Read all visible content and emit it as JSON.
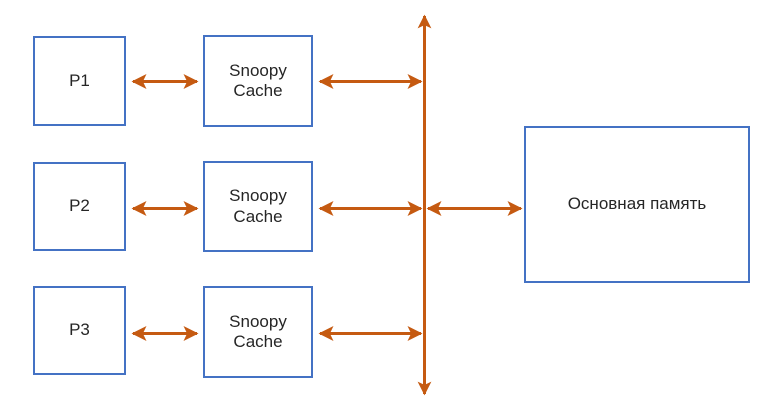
{
  "diagram": {
    "title": "Snoopy cache coherence bus diagram",
    "colors": {
      "box_border": "#4472C4",
      "arrow": "#C55A11",
      "text": "#262626",
      "background": "#FFFFFF"
    },
    "processors": [
      {
        "id": "p1",
        "label": "P1"
      },
      {
        "id": "p2",
        "label": "P2"
      },
      {
        "id": "p3",
        "label": "P3"
      }
    ],
    "caches": [
      {
        "id": "cache1",
        "label": "Snoopy\nCache"
      },
      {
        "id": "cache2",
        "label": "Snoopy\nCache"
      },
      {
        "id": "cache3",
        "label": "Snoopy\nCache"
      }
    ],
    "memory": {
      "id": "main-memory",
      "label": "Основная память"
    },
    "bus": {
      "id": "system-bus",
      "label": ""
    },
    "connections": [
      {
        "id": "p1-cache1",
        "from": "P1",
        "to": "Snoopy Cache",
        "type": "double-arrow"
      },
      {
        "id": "cache1-bus",
        "from": "Snoopy Cache",
        "to": "Bus",
        "type": "double-arrow"
      },
      {
        "id": "p2-cache2",
        "from": "P2",
        "to": "Snoopy Cache",
        "type": "double-arrow"
      },
      {
        "id": "cache2-bus",
        "from": "Snoopy Cache",
        "to": "Bus",
        "type": "double-arrow"
      },
      {
        "id": "p3-cache3",
        "from": "P3",
        "to": "Snoopy Cache",
        "type": "double-arrow"
      },
      {
        "id": "cache3-bus",
        "from": "Snoopy Cache",
        "to": "Bus",
        "type": "double-arrow"
      },
      {
        "id": "bus-memory",
        "from": "Bus",
        "to": "Основная память",
        "type": "double-arrow"
      }
    ]
  }
}
